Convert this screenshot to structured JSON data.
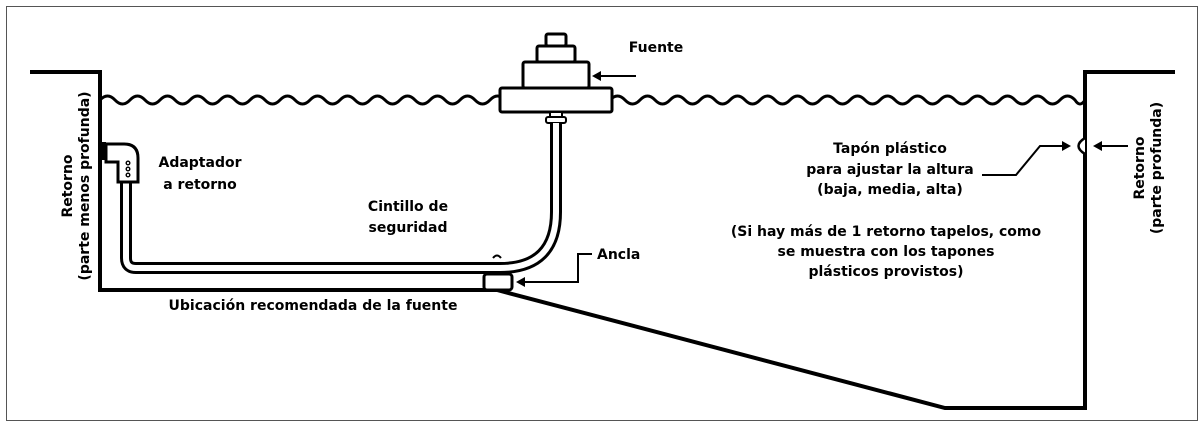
{
  "labels": {
    "fountain": "Fuente",
    "adapter_line1": "Adaptador",
    "adapter_line2": "a retorno",
    "safety_line1": "Cintillo de",
    "safety_line2": "seguridad",
    "anchor": "Ancla",
    "location": "Ubicación recomendada de la fuente",
    "plug_line1": "Tapón plástico",
    "plug_line2": "para ajustar la altura",
    "plug_line3": "(baja, media, alta)",
    "note_line1": "(Si hay más de 1 retorno tapelos, como",
    "note_line2": "se muestra con los tapones",
    "note_line3": "plásticos provistos)",
    "left_return_line1": "Retorno",
    "left_return_line2": "(parte menos profunda)",
    "right_return_line1": "Retorno",
    "right_return_line2": "(parte  profunda)"
  }
}
